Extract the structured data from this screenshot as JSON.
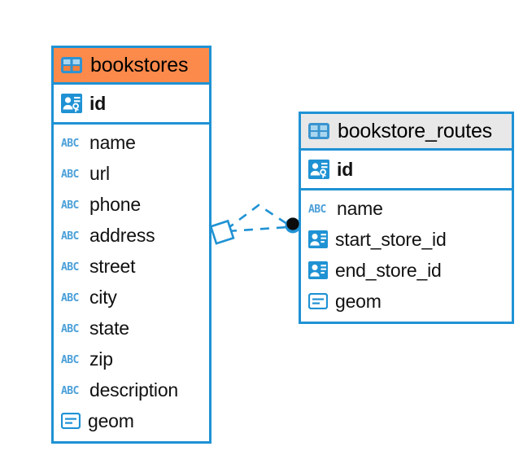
{
  "diagram": {
    "type": "entity-relationship-diagram",
    "background": "#ffffff",
    "accent_blue": "#1f92d4",
    "accent_orange": "#fc8a4b",
    "header_gray": "#e8e8e8"
  },
  "entities": [
    {
      "name": "bookstores",
      "header_style": "accent-orange",
      "table_icon": "table-icon",
      "primary_key": {
        "label": "id",
        "icon": "primary-key-icon"
      },
      "fields": [
        {
          "label": "name",
          "icon": "abc-text-icon"
        },
        {
          "label": "url",
          "icon": "abc-text-icon"
        },
        {
          "label": "phone",
          "icon": "abc-text-icon"
        },
        {
          "label": "address",
          "icon": "abc-text-icon"
        },
        {
          "label": "street",
          "icon": "abc-text-icon"
        },
        {
          "label": "city",
          "icon": "abc-text-icon"
        },
        {
          "label": "state",
          "icon": "abc-text-icon"
        },
        {
          "label": "zip",
          "icon": "abc-text-icon"
        },
        {
          "label": "description",
          "icon": "abc-text-icon"
        },
        {
          "label": "geom",
          "icon": "geometry-blob-icon"
        }
      ]
    },
    {
      "name": "bookstore_routes",
      "header_style": "accent-gray",
      "table_icon": "table-icon",
      "primary_key": {
        "label": "id",
        "icon": "primary-key-icon"
      },
      "fields": [
        {
          "label": "name",
          "icon": "abc-text-icon"
        },
        {
          "label": "start_store_id",
          "icon": "foreign-key-icon"
        },
        {
          "label": "end_store_id",
          "icon": "foreign-key-icon"
        },
        {
          "label": "geom",
          "icon": "geometry-blob-icon"
        }
      ]
    }
  ],
  "relationships": [
    {
      "from": "bookstores",
      "to": "bookstore_routes",
      "from_marker": "diamond-marker",
      "to_marker": "filled-circle-marker",
      "line_style": "dashed"
    },
    {
      "from": "bookstores",
      "to": "bookstore_routes",
      "from_marker": "diamond-marker",
      "to_marker": "filled-circle-marker",
      "line_style": "dashed"
    }
  ]
}
